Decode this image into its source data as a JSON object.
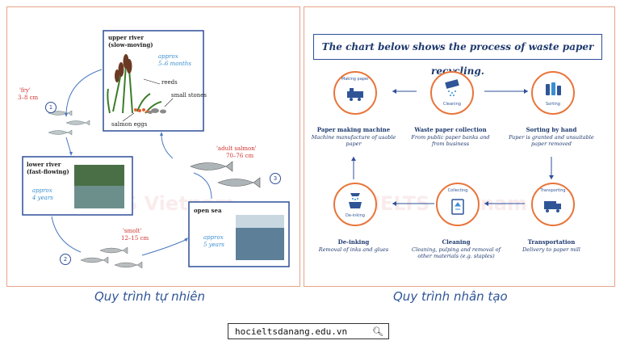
{
  "left": {
    "upper_river_title": "upper river",
    "upper_river_sub": "(slow-moving)",
    "upper_approx": "approx",
    "upper_months": "5–6 months",
    "reeds": "reeds",
    "small_stones": "small stones",
    "salmon_eggs": "salmon eggs",
    "fry_label": "'fry'",
    "fry_size": "3–8 cm",
    "lower_river_title": "lower river",
    "lower_river_sub": "(fast-flowing)",
    "lower_approx": "approx",
    "lower_years": "4 years",
    "smolt_label": "'smolt'",
    "smolt_size": "12–15 cm",
    "adult_label": "'adult salmon'",
    "adult_size": "70–76 cm",
    "open_sea": "open sea",
    "sea_approx": "approx",
    "sea_years": "5 years",
    "n1": "1",
    "n2": "2",
    "n3": "3"
  },
  "right": {
    "title": "The chart below shows the process of waste paper recycling.",
    "steps": [
      {
        "circle": "Making paper",
        "label": "Paper making machine",
        "desc": "Machine manufacture of usable paper"
      },
      {
        "circle": "Cleaning",
        "label": "Waste paper collection",
        "desc": "From public paper banks and from business"
      },
      {
        "circle": "Sorting",
        "label": "Sorting by hand",
        "desc": "Paper is granted and unsuitable paper removed"
      },
      {
        "circle": "Transporting",
        "label": "Transportation",
        "desc": "Delivery to paper mill"
      },
      {
        "circle": "Collecting",
        "label": "Cleaning",
        "desc": "Cleaning, pulping and removal of other materials (e.g. staples)"
      },
      {
        "circle": "De-inking",
        "label": "De-inking",
        "desc": "Removal of inks and glues"
      }
    ]
  },
  "watermark": "IELTS Vietnam",
  "caption_left": "Quy trình tự nhiên",
  "caption_right": "Quy trình nhân tạo",
  "url": "hocieltsdanang.edu.vn",
  "colors": {
    "accent": "#e8753a",
    "navy": "#2f4f9a",
    "blue": "#3a8fd0",
    "red": "#d0312d"
  }
}
